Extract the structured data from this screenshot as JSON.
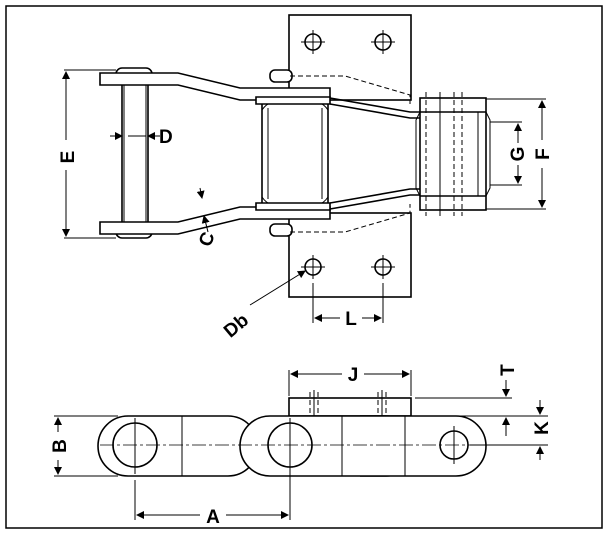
{
  "labels": {
    "A": "A",
    "B": "B",
    "C": "C",
    "D": "D",
    "Db": "Db",
    "E": "E",
    "F": "F",
    "G": "G",
    "J": "J",
    "K": "K",
    "L": "L",
    "T": "T"
  }
}
